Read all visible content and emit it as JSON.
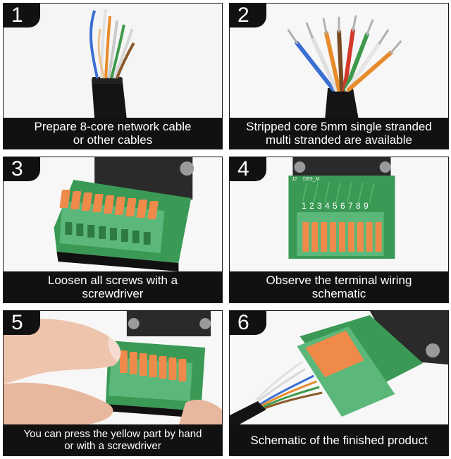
{
  "steps": [
    {
      "number": "1",
      "caption_lines": [
        "Prepare 8-core network cable",
        "or other cables"
      ]
    },
    {
      "number": "2",
      "caption_lines": [
        "Stripped core 5mm single stranded",
        "multi stranded are available"
      ]
    },
    {
      "number": "3",
      "caption_lines": [
        "Loosen all screws with a",
        "screwdriver"
      ]
    },
    {
      "number": "4",
      "caption_lines": [
        "Observe the terminal wiring",
        "schematic"
      ]
    },
    {
      "number": "5",
      "caption_lines": [
        "You can press the yellow part by hand",
        "or with a screwdriver"
      ]
    },
    {
      "number": "6",
      "caption_lines": [
        "Schematic of the finished product"
      ]
    }
  ],
  "board_labels": {
    "pin_numbers": "1 2 3 4 5 6 7 8 9",
    "part_label": "DB9_M",
    "j_label": "J2"
  },
  "colors": {
    "frame": "#1a1a1a",
    "caption_bg": "#111111",
    "pcb_green": "#3a9a55",
    "terminal_green": "#5cb87a",
    "lever_orange": "#f08a4a"
  }
}
